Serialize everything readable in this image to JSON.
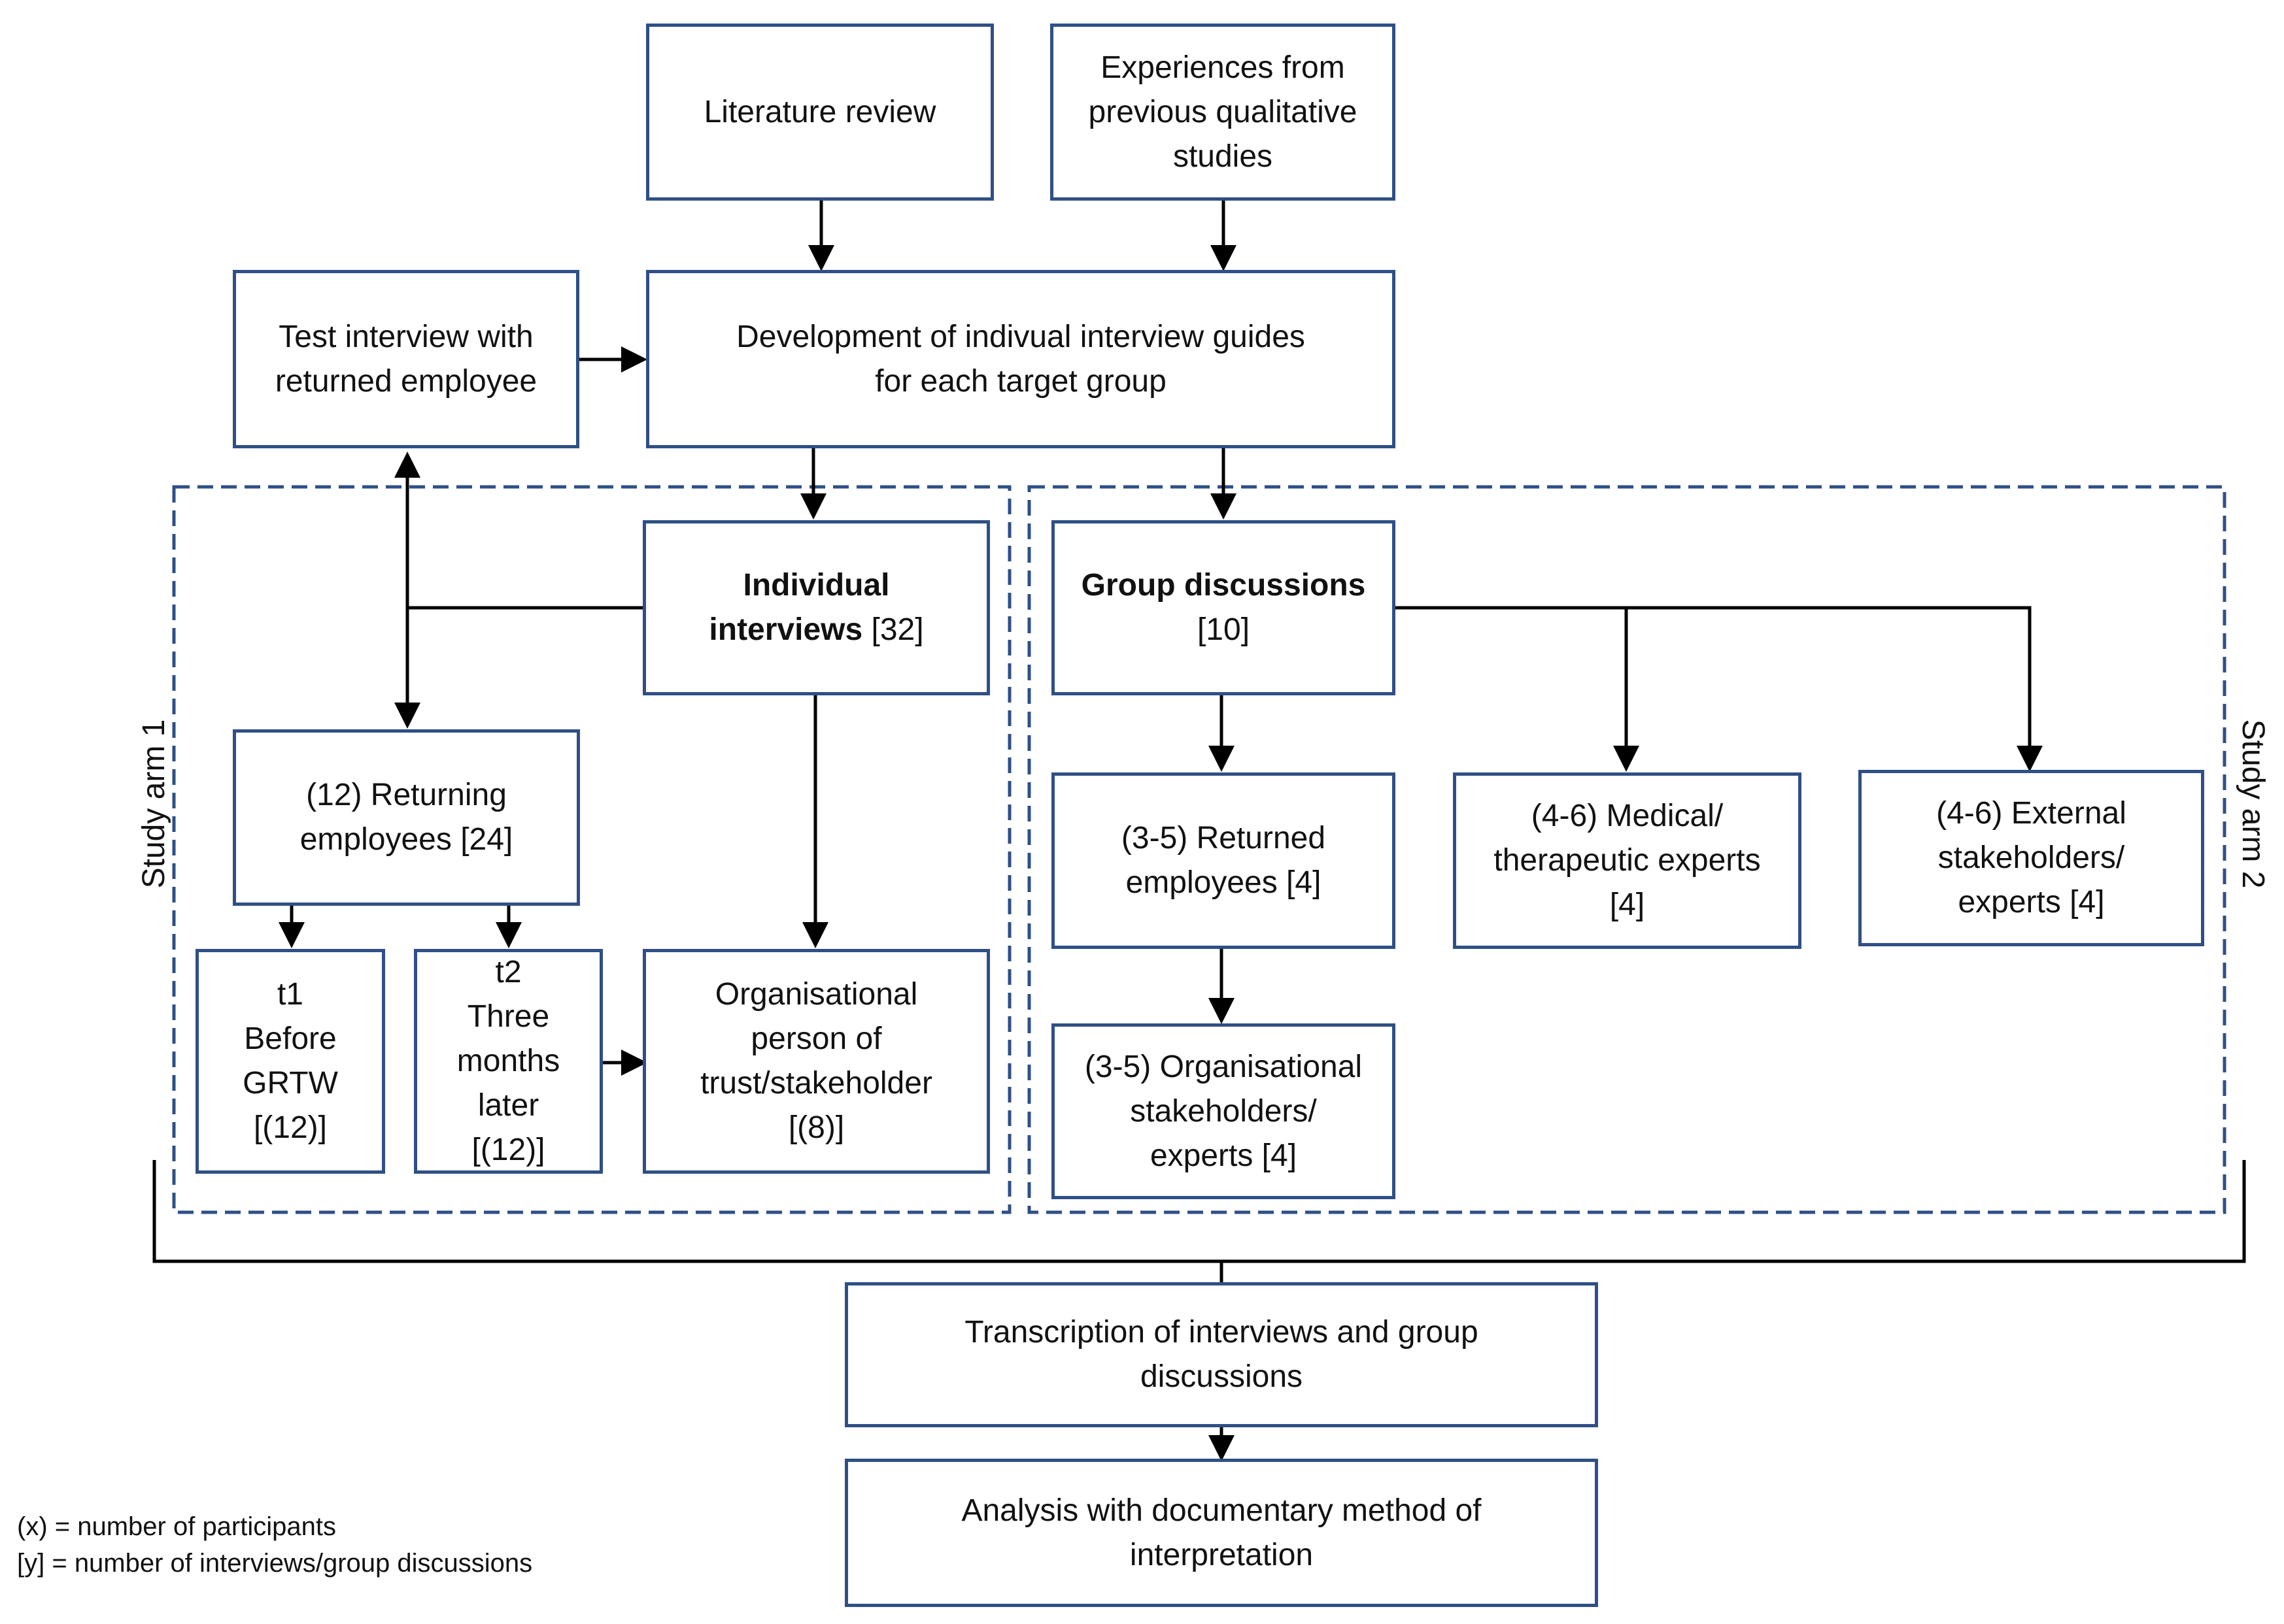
{
  "nodes": {
    "literature_review": "Literature review",
    "experiences": "Experiences from\nprevious qualitative\nstudies",
    "test_interview": "Test interview with\nreturned employee",
    "development": "Development of indivual interview guides\nfor each target group",
    "individual_interviews": {
      "bold": "Individual\ninterviews",
      "rest": " [32]"
    },
    "group_discussions": {
      "bold": "Group discussions",
      "rest": "\n[10]"
    },
    "returning_employees": "(12) Returning\nemployees [24]",
    "t1": "t1\nBefore\nGRTW\n[(12)]",
    "t2": "t2\nThree\nmonths\nlater\n[(12)]",
    "org_person": "Organisational\nperson of\ntrust/stakeholder\n[(8)]",
    "returned_employees": "(3-5) Returned\nemployees [4]",
    "medical_experts": "(4-6) Medical/\ntherapeutic experts\n[4]",
    "external_stakeholders": "(4-6) External\nstakeholders/\nexperts [4]",
    "org_stakeholders": "(3-5) Organisational\nstakeholders/\nexperts [4]",
    "transcription": "Transcription of interviews and group\ndiscussions",
    "analysis": "Analysis with documentary method of\ninterpretation"
  },
  "study_arm_1": "Study arm 1",
  "study_arm_2": "Study arm 2",
  "legend": {
    "participants": "(x) = number of participants",
    "interviews": "[y] = number of interviews/group discussions"
  },
  "colors": {
    "box_border": "#2f4f86",
    "dashed_border": "#2f4f86",
    "arrow": "#000000"
  }
}
